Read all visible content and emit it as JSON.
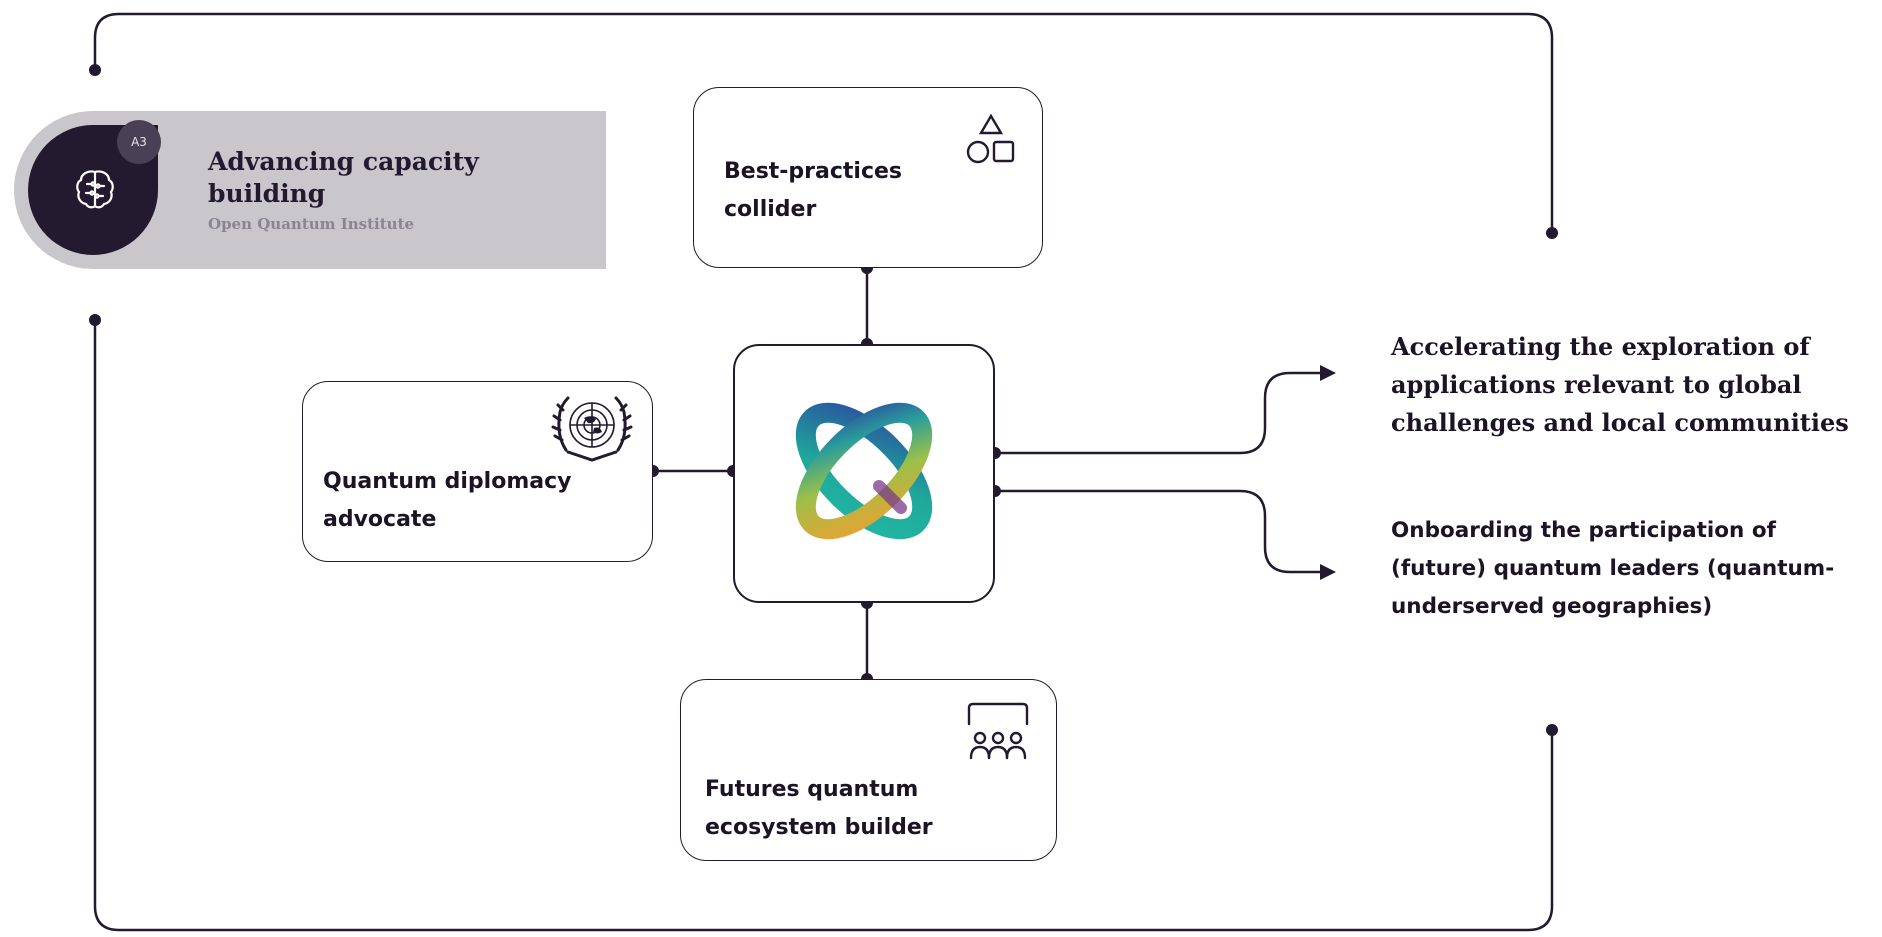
{
  "header": {
    "badge": "A3",
    "title": "Advancing capacity building",
    "subtitle": "Open Quantum Institute",
    "icon": "brain-icon"
  },
  "roles": [
    {
      "id": "collider",
      "label": "Best-practices collider",
      "icon": "shapes-icon"
    },
    {
      "id": "diplomacy",
      "label": "Quantum diplomacy advocate",
      "icon": "un-emblem-icon"
    },
    {
      "id": "ecosystem",
      "label": "Futures quantum ecosystem builder",
      "icon": "people-board-icon"
    }
  ],
  "center": {
    "icon": "oqi-logo-icon"
  },
  "outcomes": [
    {
      "label": "Accelerating the exploration of applications relevant to global challenges and local communities"
    },
    {
      "label": "Onboarding the participation of (future) quantum leaders (quantum- underserved geographies)"
    }
  ],
  "colors": {
    "ink": "#231a2f",
    "header_band": "#c9c6cc",
    "logo_blue": "#2a4fa0",
    "logo_teal": "#1fa89a",
    "logo_orange": "#f0a030",
    "logo_purple": "#7a3a8a"
  }
}
